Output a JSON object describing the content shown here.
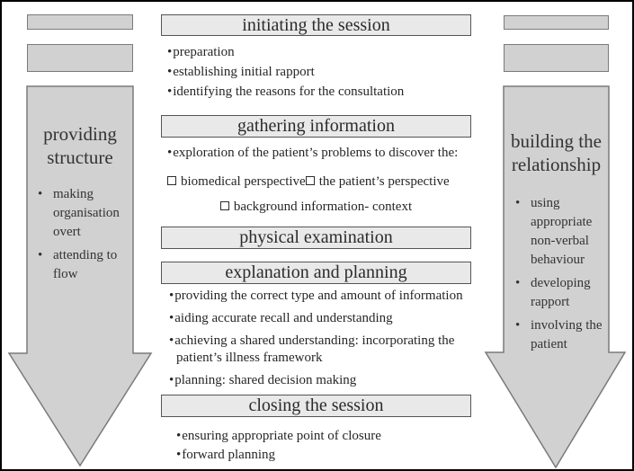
{
  "colors": {
    "arrow_fill": "#d1d1d1",
    "arrow_border": "#7a7a7a",
    "header_fill": "#e9e9e9",
    "header_border": "#555555",
    "frame": "#000000",
    "text": "#262626"
  },
  "left_arrow": {
    "title": "providing structure",
    "bullets": [
      "making organisation overt",
      "attending to flow"
    ]
  },
  "right_arrow": {
    "title": "building the relationship",
    "bullets": [
      "using appropriate non-verbal behaviour",
      "developing rapport",
      "involving the patient"
    ]
  },
  "sections": [
    {
      "title": "initiating the session",
      "bullets": [
        "preparation",
        "establishing initial rapport",
        "identifying the reasons for the consultation"
      ]
    },
    {
      "title": "gathering information",
      "bullets": [
        "exploration of the patient’s problems to discover the:"
      ],
      "checkbox_row": [
        "biomedical perspective",
        "the patient’s perspective"
      ],
      "checkbox_center": "background information- context"
    },
    {
      "title": "physical examination"
    },
    {
      "title": "explanation and planning",
      "bullets": [
        "providing the correct type and amount of information",
        "aiding accurate recall and understanding",
        "achieving a shared understanding: incorporating the patient’s illness framework",
        "planning: shared decision making"
      ]
    },
    {
      "title": "closing the session",
      "bullets": [
        "ensuring appropriate point of closure",
        "forward planning"
      ]
    }
  ]
}
